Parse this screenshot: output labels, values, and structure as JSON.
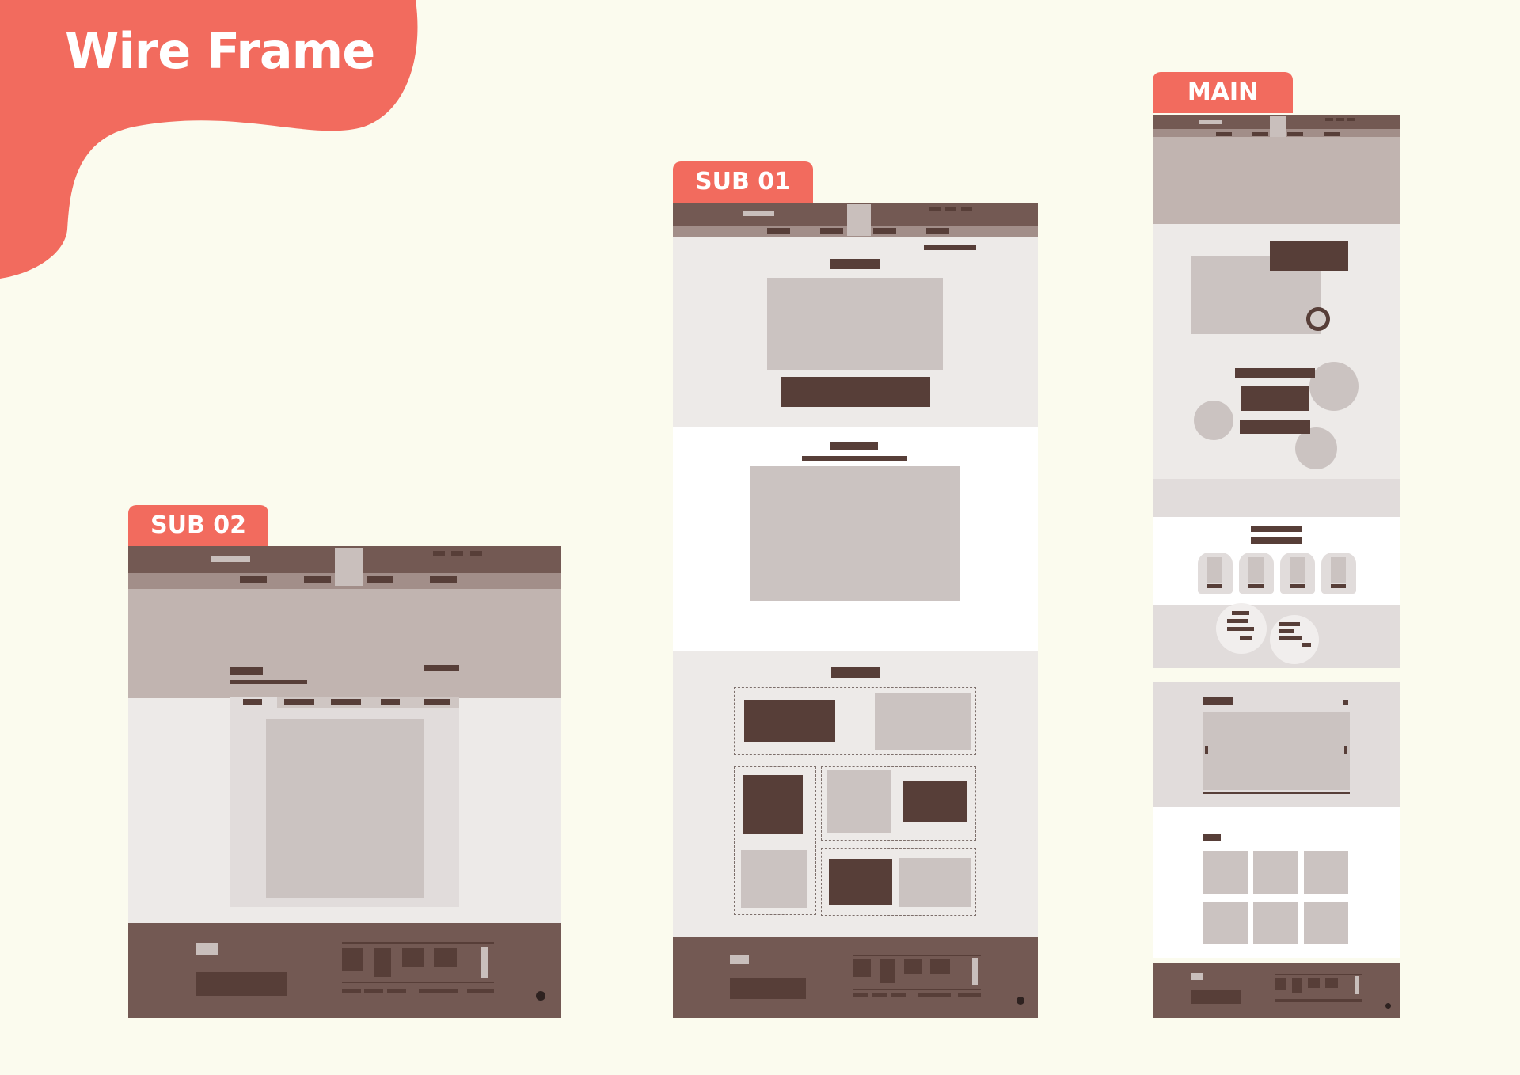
{
  "header": {
    "title": "Wire Frame"
  },
  "frames": {
    "sub02": {
      "label": "SUB 02"
    },
    "sub01": {
      "label": "SUB 01"
    },
    "main": {
      "label": "MAIN"
    }
  },
  "colors": {
    "background": "#fbfbee",
    "accent": "#f26b5e",
    "dark_block": "#573e38",
    "header_bar": "#735953",
    "hero": "#c1b4b0",
    "light_section": "#edeae8",
    "image_placeholder": "#cbc3c1"
  }
}
